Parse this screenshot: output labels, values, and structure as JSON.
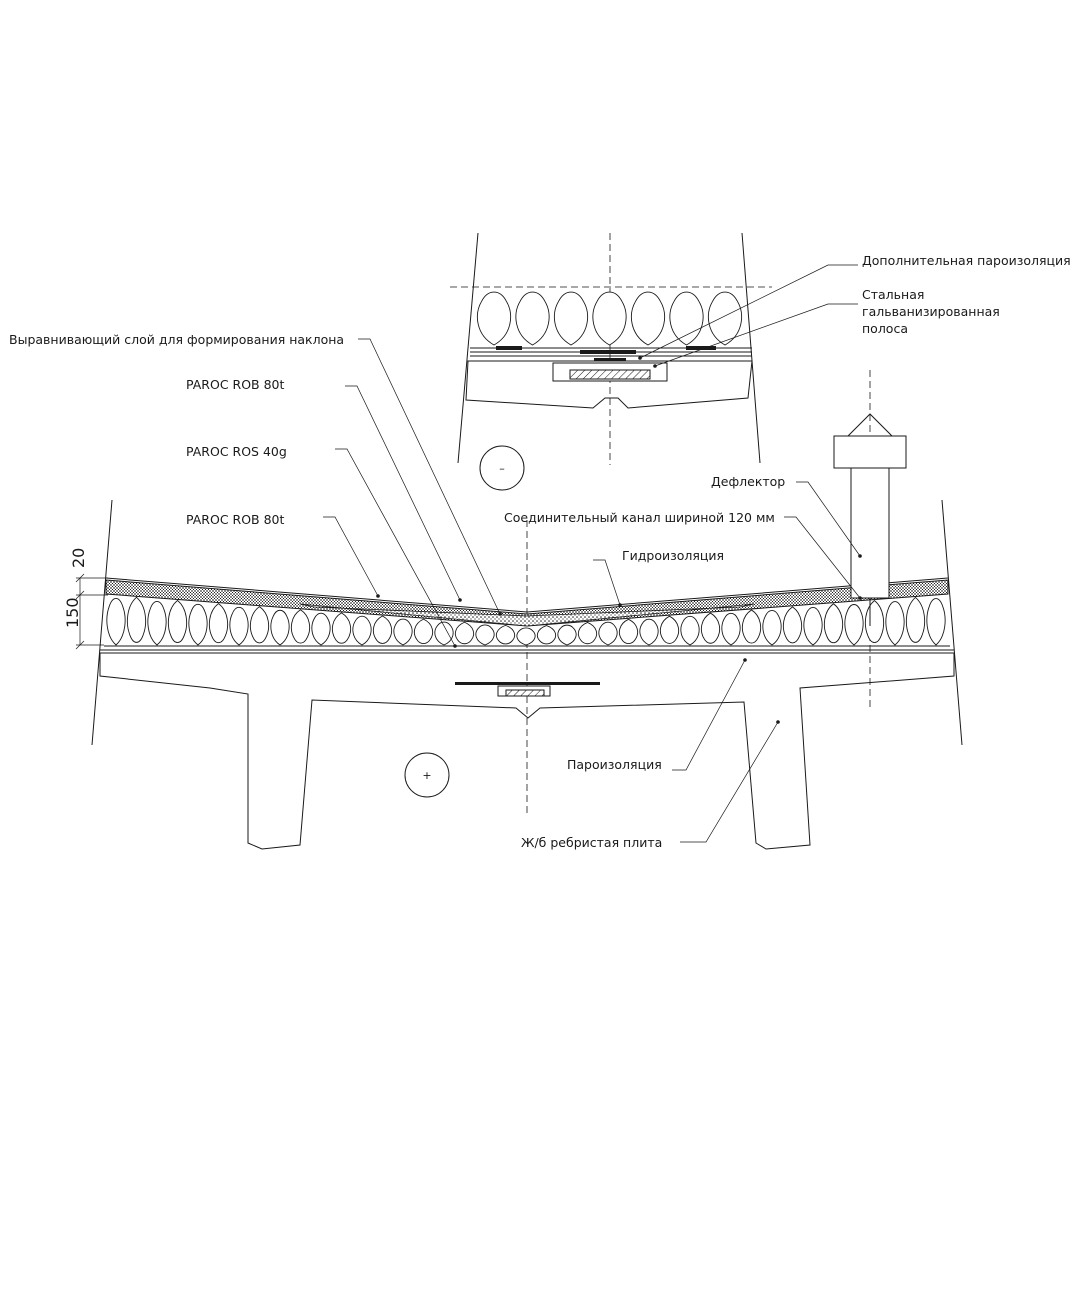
{
  "labels": {
    "extra_vapor_barrier": "Дополнительная пароизоляция",
    "steel_strip_line1": "Стальная",
    "steel_strip_line2": "гальванизированная",
    "steel_strip_line3": "полоса",
    "leveling_layer": "Выравнивающий слой для формирования наклона",
    "paroc_rob_80t_a": "PAROC ROB 80t",
    "paroc_ros_40g": "PAROC ROS 40g",
    "paroc_rob_80t_b": "PAROC ROB 80t",
    "deflector": "Дефлектор",
    "channel": "Соединительный канал шириной 120 мм",
    "waterproofing": "Гидроизоляция",
    "vapor_barrier": "Пароизоляция",
    "ribbed_slab": "Ж/б ребристая плита"
  },
  "dimensions": {
    "d20": "20",
    "d150": "150"
  },
  "markers": {
    "minus": "–",
    "plus": "+"
  },
  "colors": {
    "ink": "#1a1a1a",
    "background": "#ffffff"
  }
}
